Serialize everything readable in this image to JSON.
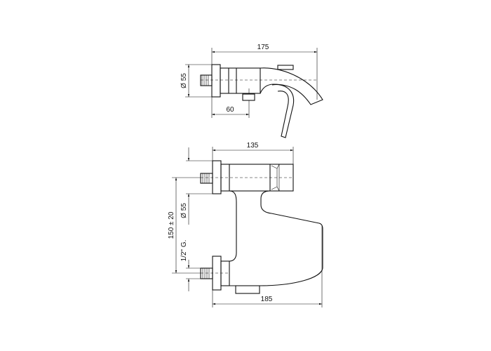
{
  "drawing": {
    "top_view": {
      "overall_length": "175",
      "inlet_offset": "60",
      "flange_diameter": "Ø 55"
    },
    "front_view": {
      "body_length": "135",
      "overall_length": "185",
      "inlet_spacing": "150 ± 20",
      "flange_diameter": "Ø 55",
      "thread_size": "1/2\" G."
    },
    "line_color": "#111111"
  }
}
